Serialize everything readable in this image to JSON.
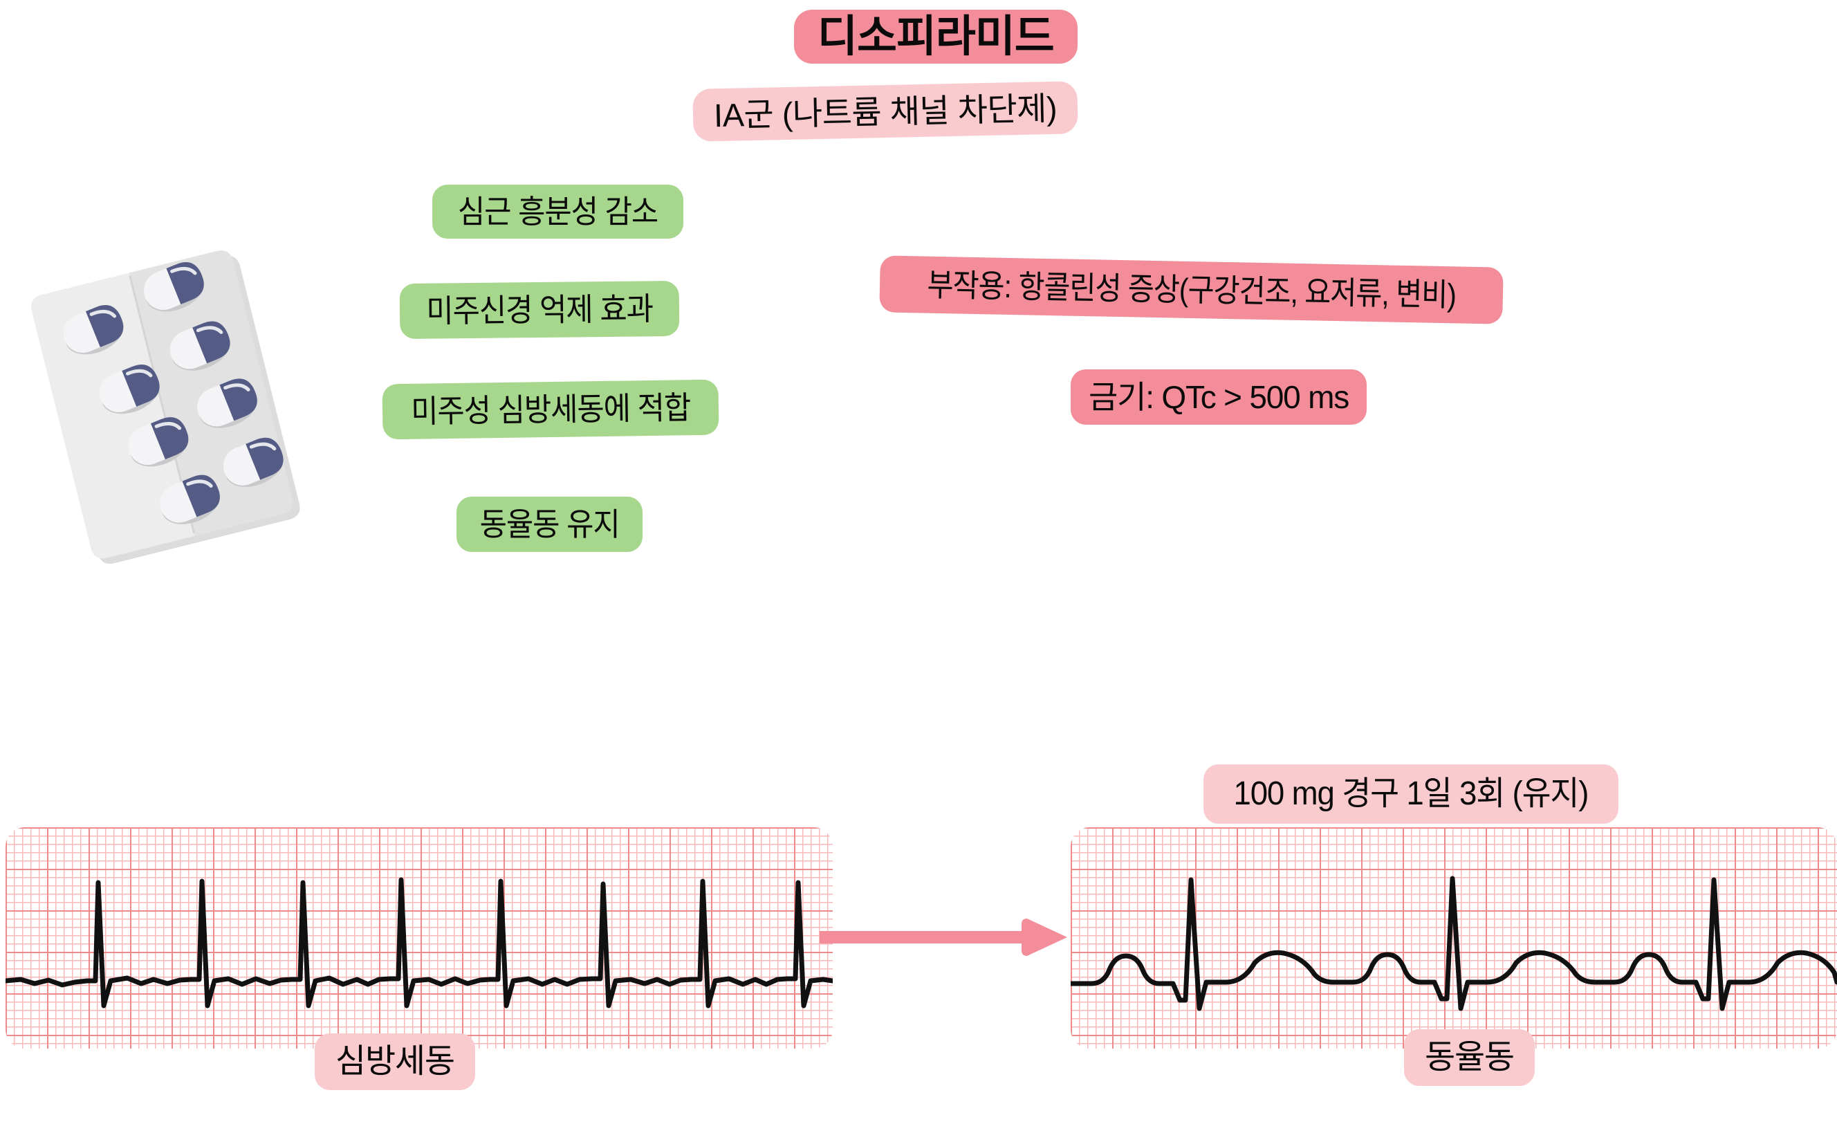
{
  "header": {
    "title": "디소피라미드",
    "subtitle": "IA군 (나트륨 채널 차단제)"
  },
  "effects": {
    "items": [
      {
        "label": "심근 흥분성 감소"
      },
      {
        "label": "미주신경 억제 효과"
      },
      {
        "label": "미주성 심방세동에 적합"
      },
      {
        "label": "동율동 유지"
      }
    ]
  },
  "warnings": {
    "adverse_effects": "부작용: 항콜린성 증상(구강건조, 요저류, 변비)",
    "contraindication": "금기: QTc > 500 ms"
  },
  "dosing": {
    "regimen": "100 mg 경구 1일 3회 (유지)"
  },
  "rhythm_strips": {
    "before_label": "심방세동",
    "after_label": "동율동",
    "transition_icon": "right-arrow-icon"
  },
  "illustration": {
    "name": "pill-blister-pack",
    "capsule_count": 8,
    "capsule_body_color": "#F4F4F6",
    "capsule_cap_color": "#545C86",
    "pack_color": "#E8E8E8"
  },
  "colors": {
    "accent_pink": "#F28D99",
    "light_pink": "#FACBCE",
    "green": "#A7D78C",
    "ecg_grid_major": "#F08A8A",
    "ecg_grid_minor": "#F7B9B9",
    "trace_black": "#111111"
  }
}
